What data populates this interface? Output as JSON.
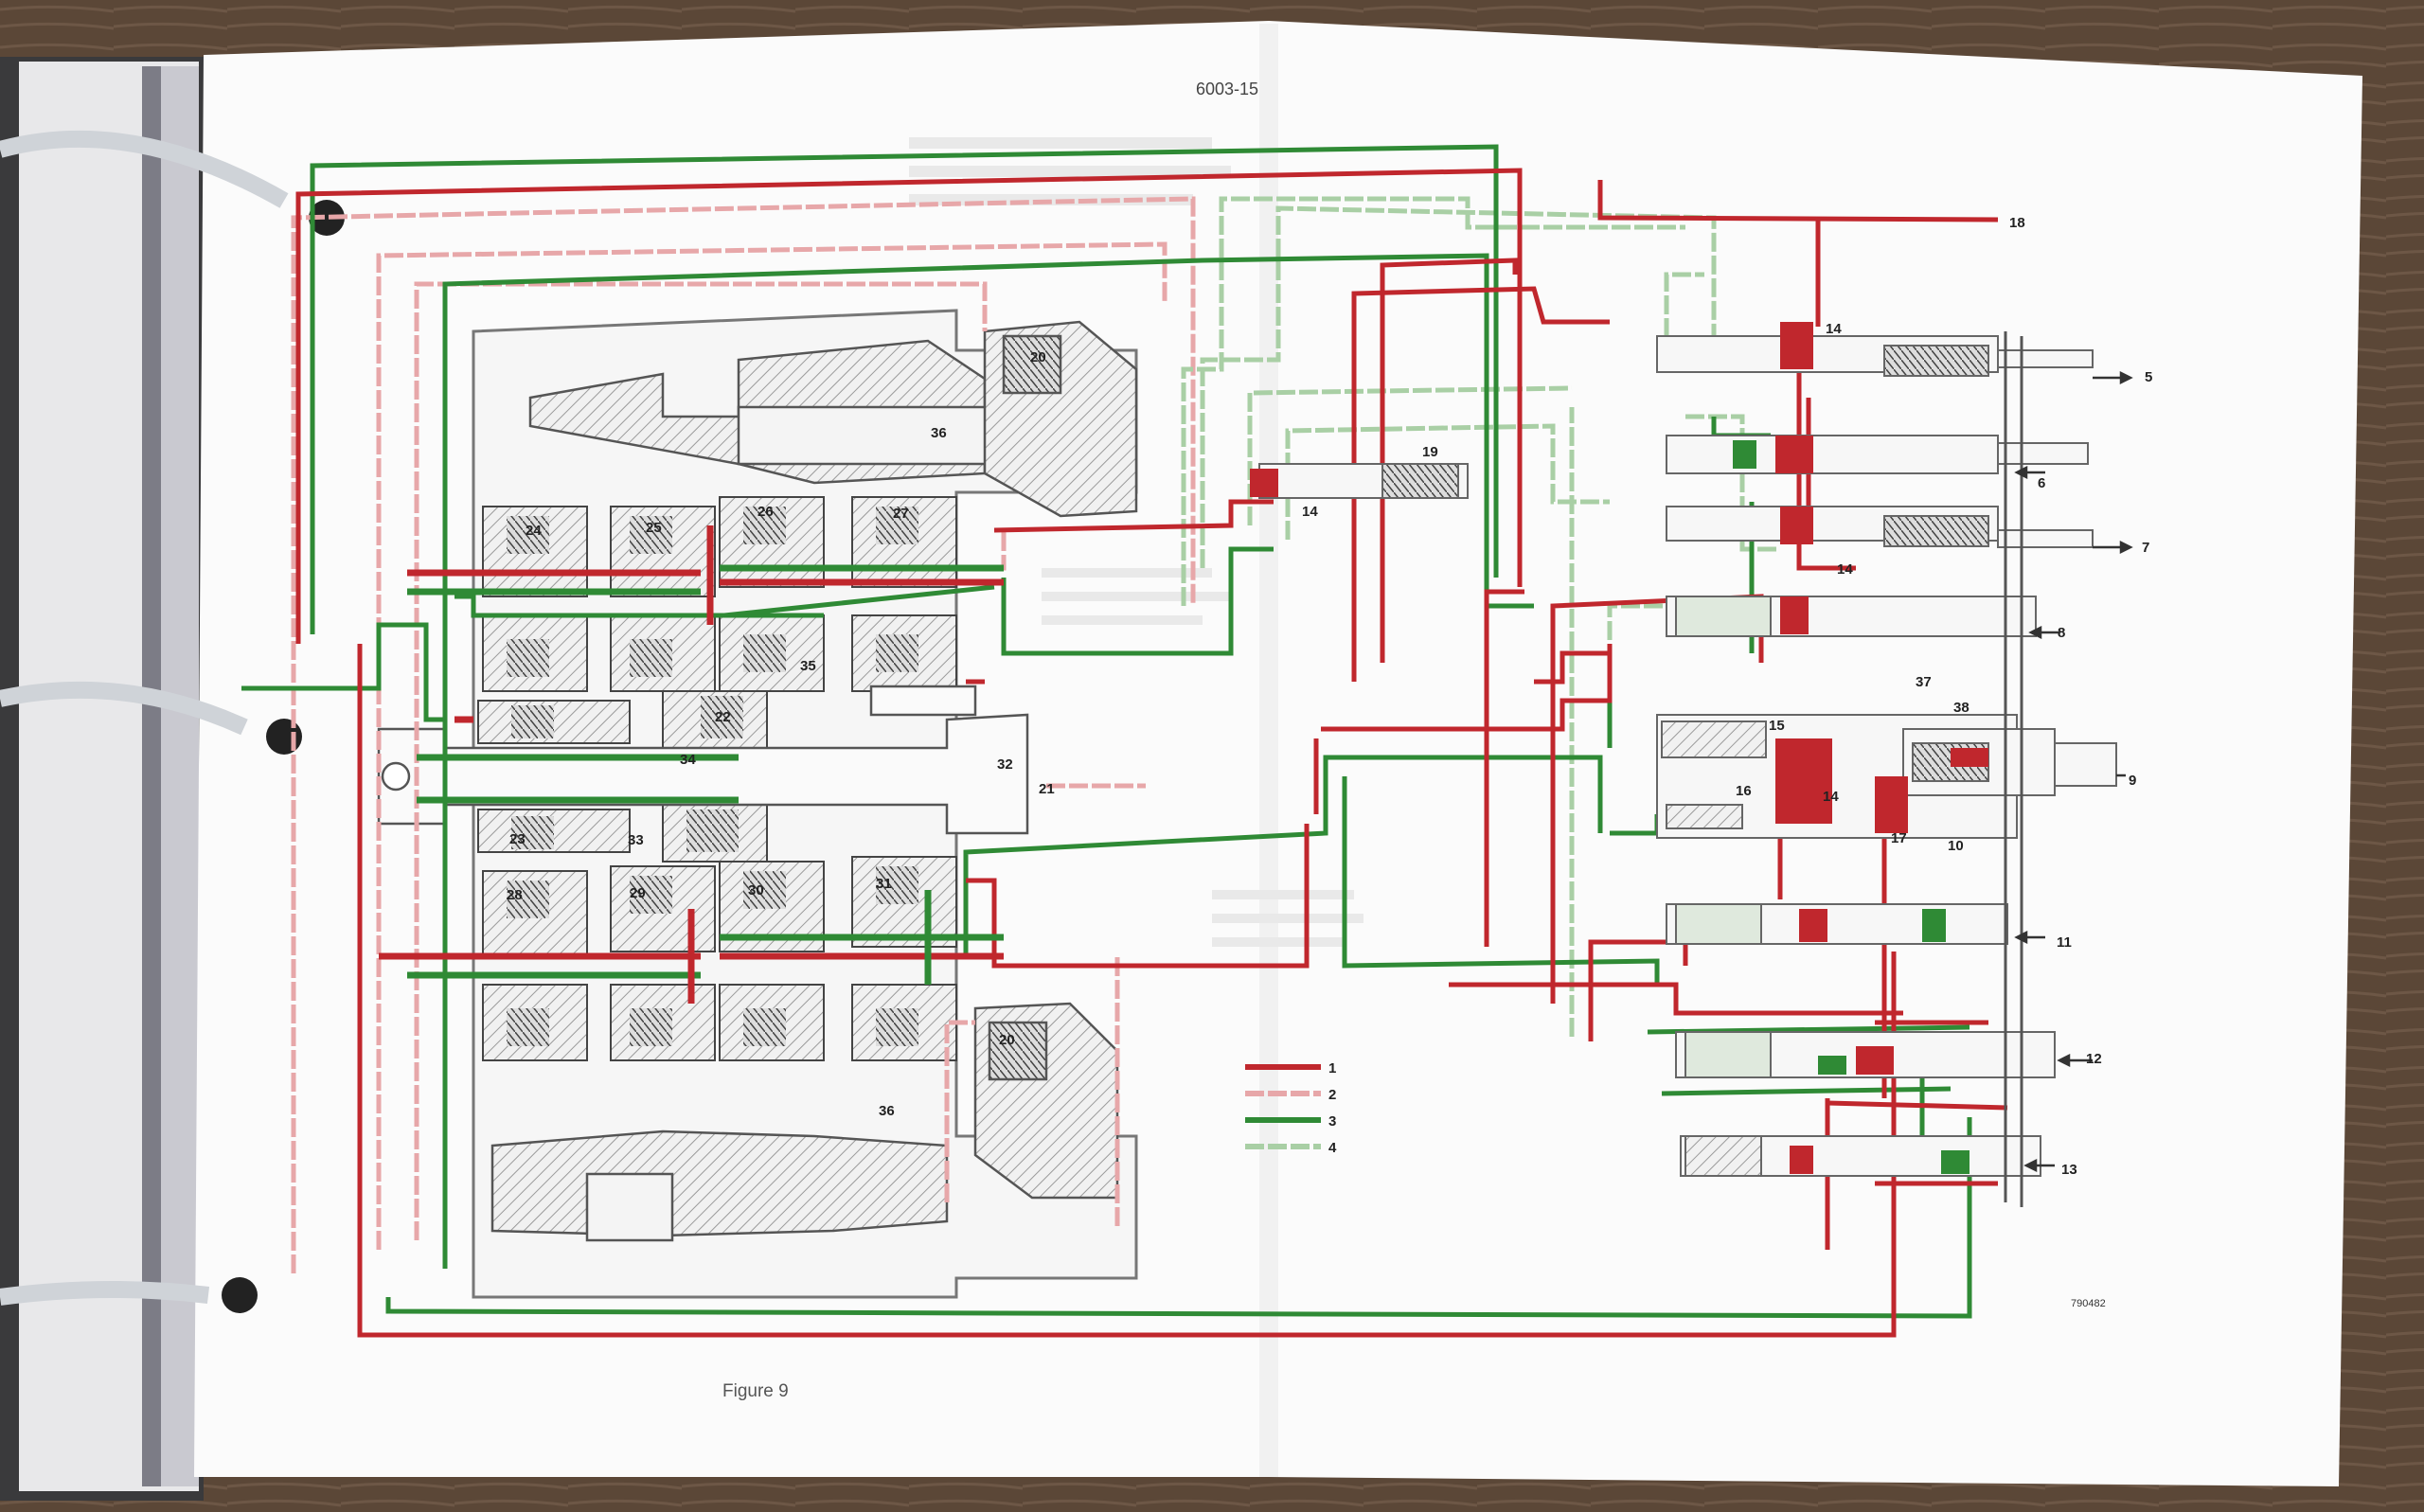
{
  "page": {
    "header": "6003-15",
    "figure_caption": "Figure 9",
    "reference_code": "790482"
  },
  "legend": [
    {
      "number": "1",
      "color": "#c0272d",
      "style": "solid"
    },
    {
      "number": "2",
      "color": "#e7a7a9",
      "style": "dashed"
    },
    {
      "number": "3",
      "color": "#2f8a35",
      "style": "solid"
    },
    {
      "number": "4",
      "color": "#a9cfa5",
      "style": "dashed"
    }
  ],
  "callouts": {
    "c5": "5",
    "c6": "6",
    "c7": "7",
    "c8": "8",
    "c9": "9",
    "c10": "10",
    "c11": "11",
    "c12": "12",
    "c13": "13",
    "c14a": "14",
    "c14b": "14",
    "c14c": "14",
    "c14d": "14",
    "c15": "15",
    "c16": "16",
    "c17": "17",
    "c18": "18",
    "c19": "19",
    "c20a": "20",
    "c20b": "20",
    "c21": "21",
    "c22": "22",
    "c23": "23",
    "c24": "24",
    "c25": "25",
    "c26": "26",
    "c27": "27",
    "c28": "28",
    "c29": "29",
    "c30": "30",
    "c31": "31",
    "c32": "32",
    "c33": "33",
    "c34": "34",
    "c35": "35",
    "c36a": "36",
    "c36b": "36",
    "c37": "37",
    "c38": "38"
  },
  "colors": {
    "pressure_red": "#c0272d",
    "return_pink": "#e7a7a9",
    "green": "#2f8a35",
    "light_green": "#a9cfa5",
    "paper": "#fbfbfb",
    "hatch_gray": "#9a9a9a"
  }
}
